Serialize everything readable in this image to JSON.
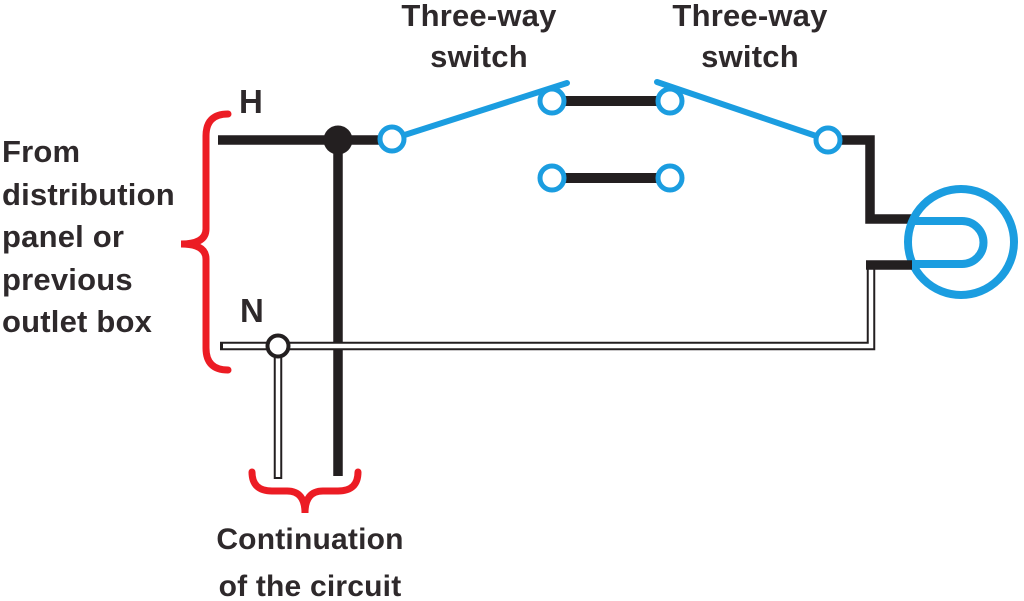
{
  "diagram": {
    "type": "wiring-diagram",
    "subject": "three-way switch light circuit",
    "switch_labels": [
      {
        "text": "Three-way\nswitch"
      },
      {
        "text": "Three-way\nswitch"
      }
    ],
    "wire_labels": {
      "hot": "H",
      "neutral": "N"
    },
    "source_label": "From\ndistribution\npanel or\nprevious\noutlet box",
    "continuation_label": "Continuation\nof the circuit",
    "symbols": [
      "three-way-switch-1",
      "three-way-switch-2",
      "light-fixture",
      "hot-junction-dot",
      "neutral-junction-dot",
      "left-brace",
      "bottom-brace"
    ],
    "colors": {
      "wire_black": "#231F20",
      "neutral_white": "#FFFFFF",
      "switch_blue": "#1B9DE0",
      "brace_red": "#EC1C24",
      "text": "#2E292B",
      "background": "#FFFFFF"
    }
  }
}
